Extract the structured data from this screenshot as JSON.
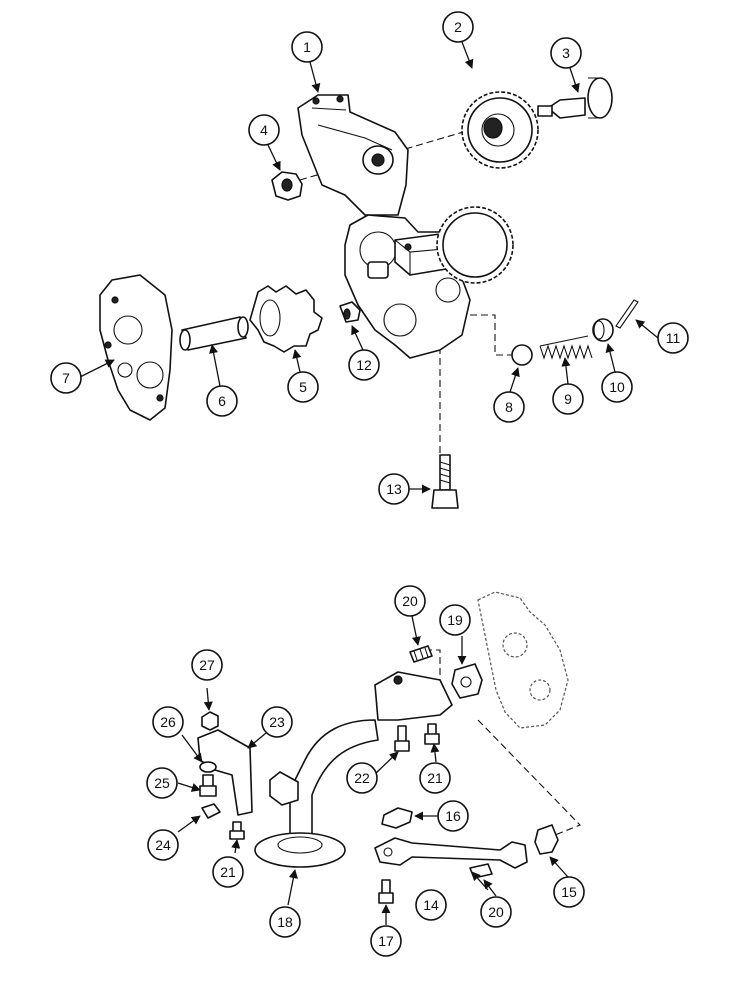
{
  "callouts": [
    {
      "id": "c1",
      "label": "1"
    },
    {
      "id": "c2",
      "label": "2"
    },
    {
      "id": "c3",
      "label": "3"
    },
    {
      "id": "c4",
      "label": "4"
    },
    {
      "id": "c5",
      "label": "5"
    },
    {
      "id": "c6",
      "label": "6"
    },
    {
      "id": "c7",
      "label": "7"
    },
    {
      "id": "c8",
      "label": "8"
    },
    {
      "id": "c9",
      "label": "9"
    },
    {
      "id": "c10",
      "label": "10"
    },
    {
      "id": "c11",
      "label": "11"
    },
    {
      "id": "c12",
      "label": "12"
    },
    {
      "id": "c13",
      "label": "13"
    },
    {
      "id": "c14",
      "label": "14"
    },
    {
      "id": "c15",
      "label": "15"
    },
    {
      "id": "c16",
      "label": "16"
    },
    {
      "id": "c17",
      "label": "17"
    },
    {
      "id": "c18",
      "label": "18"
    },
    {
      "id": "c19",
      "label": "19"
    },
    {
      "id": "c20a",
      "label": "20"
    },
    {
      "id": "c20b",
      "label": "20"
    },
    {
      "id": "c21a",
      "label": "21"
    },
    {
      "id": "c21b",
      "label": "21"
    },
    {
      "id": "c22",
      "label": "22"
    },
    {
      "id": "c23",
      "label": "23"
    },
    {
      "id": "c24",
      "label": "24"
    },
    {
      "id": "c25",
      "label": "25"
    },
    {
      "id": "c26",
      "label": "26"
    },
    {
      "id": "c27",
      "label": "27"
    }
  ]
}
